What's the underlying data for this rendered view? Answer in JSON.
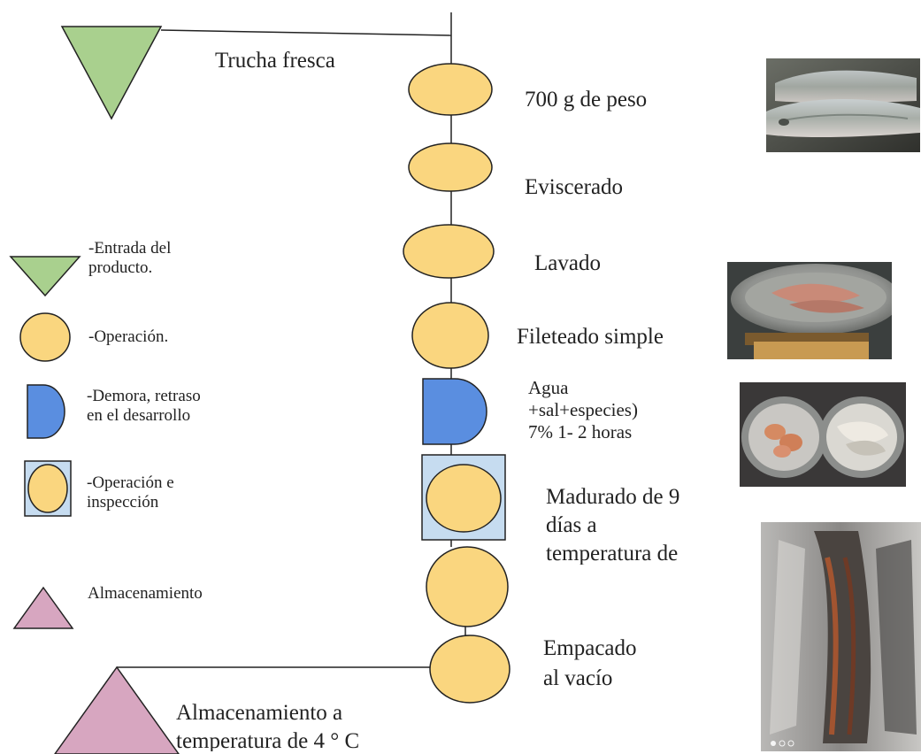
{
  "colors": {
    "operation_fill": "#fad67f",
    "entry_fill": "#a9d08e",
    "delay_fill": "#5a8ee0",
    "storage_fill": "#d7a6c0",
    "inspection_fill": "#c6dcf0",
    "stroke": "#222222"
  },
  "process": {
    "entry_label": "Trucha fresca",
    "step1_label": "700 g de peso",
    "step2_label": "Eviscerado",
    "step3_label": "Lavado",
    "step4_label": "Fileteado simple",
    "delay_label": [
      "Agua",
      "+sal+especies)",
      "7% 1- 2 horas"
    ],
    "inspection_label": [
      "Madurado de 9",
      "días a",
      "temperatura de"
    ],
    "packing_label": [
      "Empacado",
      "al vacío"
    ],
    "storage_label": [
      "Almacenamiento a",
      "temperatura de 4 ° C"
    ]
  },
  "legend": {
    "entry": [
      "-Entrada del",
      "producto."
    ],
    "operation": "-Operación.",
    "delay": [
      "-Demora, retraso",
      "en el desarrollo"
    ],
    "inspection": [
      "-Operación e",
      "inspección"
    ],
    "storage": "Almacenamiento"
  },
  "photos": [
    {
      "icon": "whole-trout-photo"
    },
    {
      "icon": "trout-fillets-in-bowl-photo"
    },
    {
      "icon": "brine-bowls-photo"
    },
    {
      "icon": "vacuum-packed-fish-photo"
    }
  ]
}
